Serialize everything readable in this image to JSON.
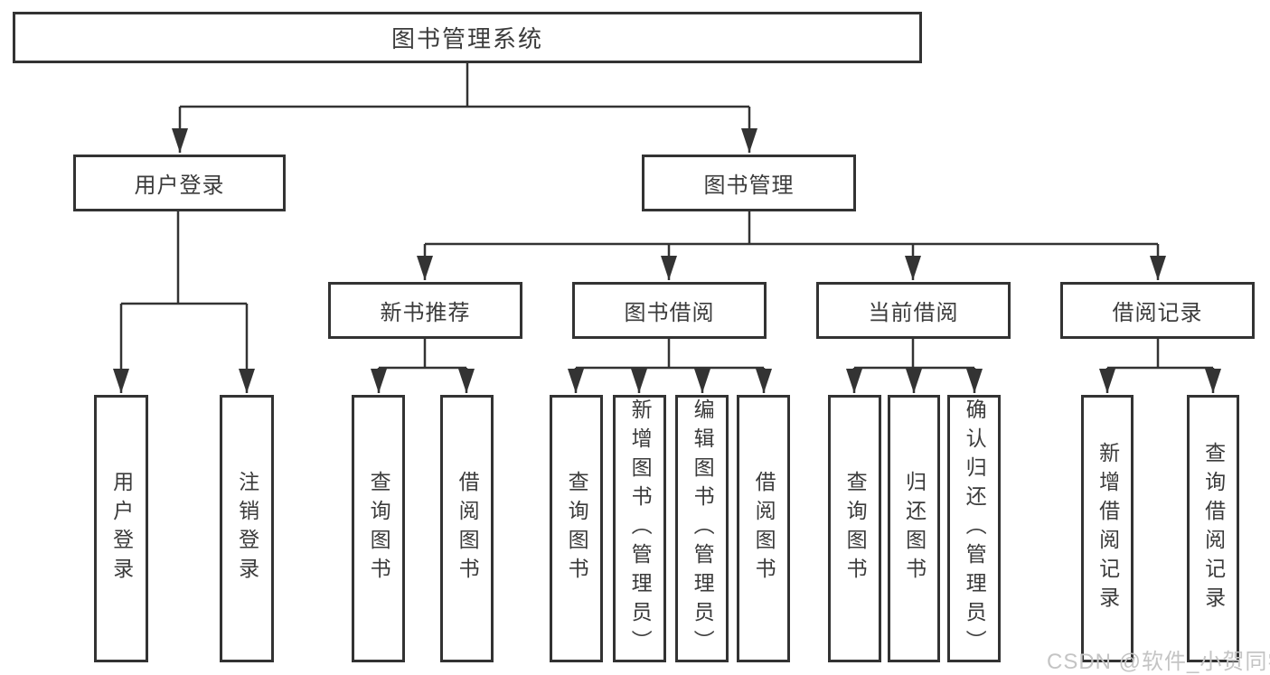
{
  "watermark": {
    "text": "CSDN @软件_小贺同学"
  },
  "colors": {
    "line": "#333333",
    "text": "#3b3b3b",
    "watermark": "#c4c4c4",
    "background": "#ffffff"
  },
  "diagram": {
    "type": "hierarchy-tree",
    "root": "图书管理系统",
    "level1": [
      {
        "label": "用户登录",
        "children": [
          {
            "label": "用户登录"
          },
          {
            "label": "注销登录"
          }
        ]
      },
      {
        "label": "图书管理",
        "children": [
          {
            "label": "新书推荐",
            "children": [
              {
                "label": "查询图书"
              },
              {
                "label": "借阅图书"
              }
            ]
          },
          {
            "label": "图书借阅",
            "children": [
              {
                "label": "查询图书"
              },
              {
                "label": "新增图书（管理员）"
              },
              {
                "label": "编辑图书（管理员）"
              },
              {
                "label": "借阅图书"
              }
            ]
          },
          {
            "label": "当前借阅",
            "children": [
              {
                "label": "查询图书"
              },
              {
                "label": "归还图书"
              },
              {
                "label": "确认归还（管理员）"
              }
            ]
          },
          {
            "label": "借阅记录",
            "children": [
              {
                "label": "新增借阅记录"
              },
              {
                "label": "查询借阅记录"
              }
            ]
          }
        ]
      }
    ]
  }
}
